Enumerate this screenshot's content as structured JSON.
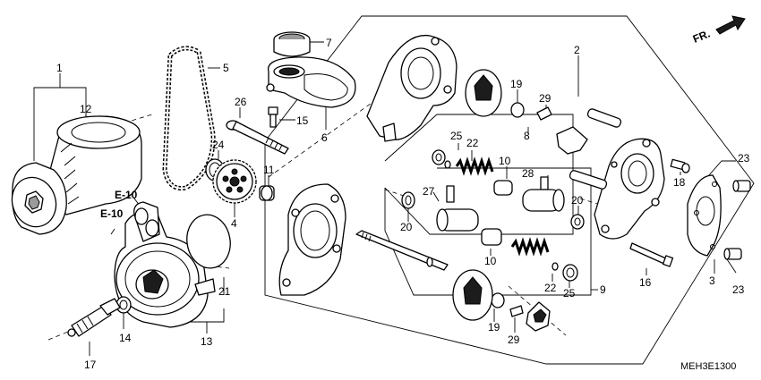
{
  "direction": {
    "label": "FR."
  },
  "references": [
    "E-10",
    "E-10"
  ],
  "diagram_code": "MEH3E1300",
  "callouts": [
    "1",
    "12",
    "5",
    "7",
    "26",
    "15",
    "6",
    "24",
    "11",
    "4",
    "21",
    "13",
    "14",
    "17",
    "2",
    "19",
    "29",
    "8",
    "25",
    "22",
    "10",
    "28",
    "27",
    "20",
    "9",
    "16",
    "18",
    "23",
    "3"
  ]
}
